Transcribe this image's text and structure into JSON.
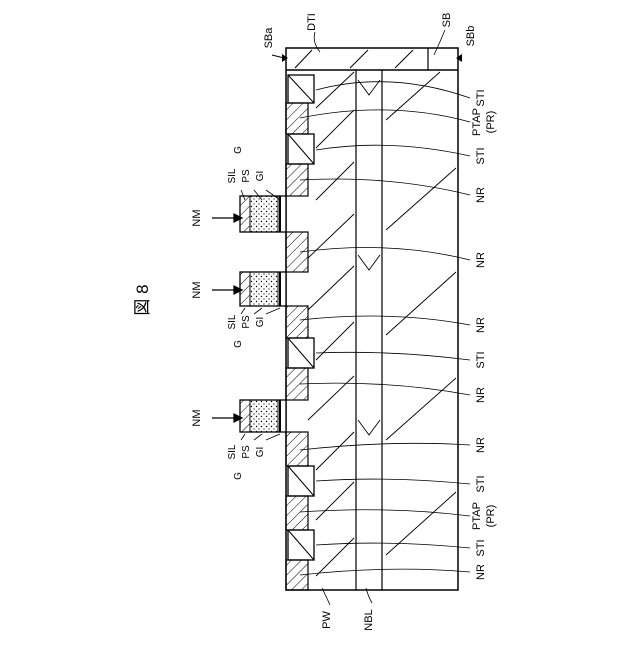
{
  "figure": {
    "label": "図 8"
  },
  "substrate": {
    "main": "SB",
    "surface_a": "SBa",
    "surface_b": "SBb",
    "trench": "DTI",
    "well": "PW",
    "buried_layer": "NBL"
  },
  "regions": {
    "isolation": "STI",
    "ptap": "PTAP",
    "ptap_sub": "(PR)",
    "n_region": "NR"
  },
  "right_labels": [
    {
      "id": "sti-1",
      "text": "STI"
    },
    {
      "id": "ptap-1",
      "text": "PTAP"
    },
    {
      "id": "ptap-1-sub",
      "text": "(PR)"
    },
    {
      "id": "sti-2",
      "text": "STI"
    },
    {
      "id": "nr-1",
      "text": "NR"
    },
    {
      "id": "nr-2",
      "text": "NR"
    },
    {
      "id": "nr-3",
      "text": "NR"
    },
    {
      "id": "sti-3",
      "text": "STI"
    },
    {
      "id": "nr-4",
      "text": "NR"
    },
    {
      "id": "nr-5",
      "text": "NR"
    },
    {
      "id": "sti-4",
      "text": "STI"
    },
    {
      "id": "ptap-2",
      "text": "PTAP"
    },
    {
      "id": "ptap-2-sub",
      "text": "(PR)"
    },
    {
      "id": "sti-5",
      "text": "STI"
    },
    {
      "id": "nr-6",
      "text": "NR"
    }
  ],
  "gate_stack": {
    "gate": "G",
    "silicide": "SIL",
    "poly": "PS",
    "insulator": "GI",
    "brace": "{"
  },
  "implant": {
    "label": "NM"
  }
}
